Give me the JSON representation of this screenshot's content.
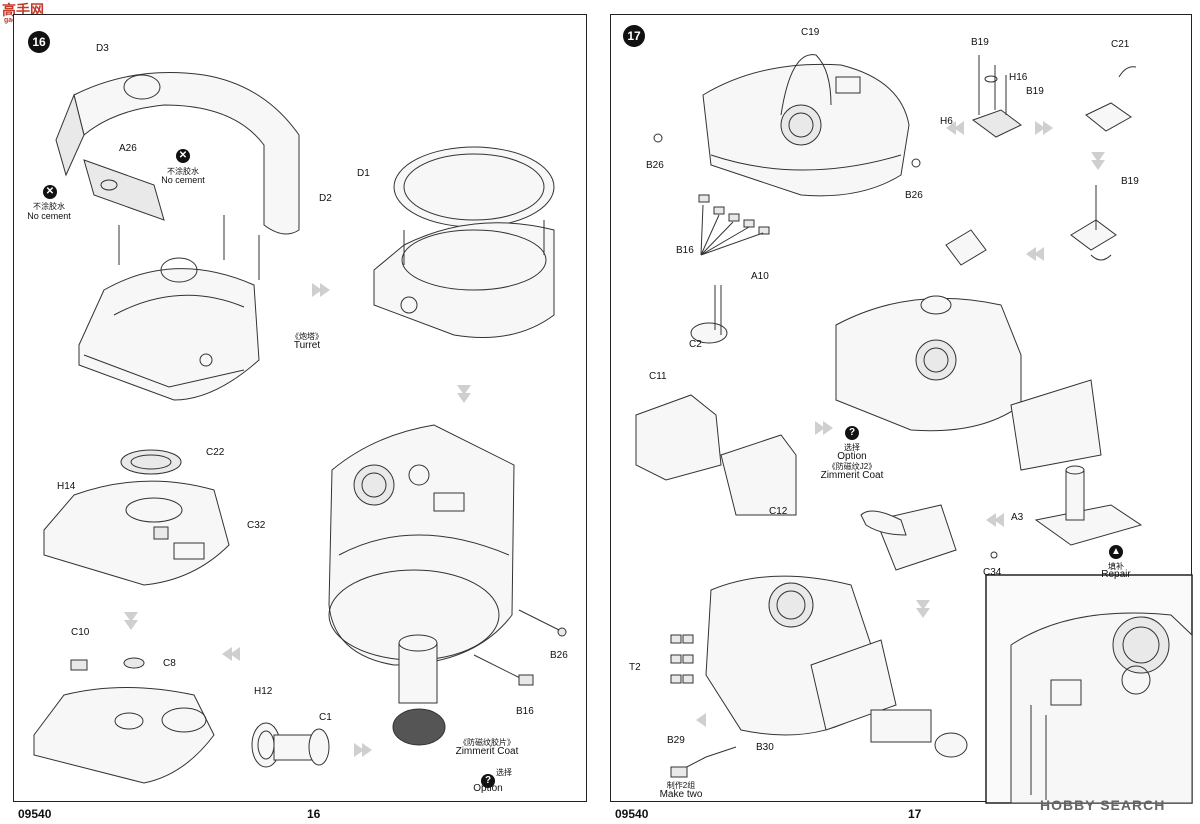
{
  "watermark_top": {
    "brand": "高手网",
    "sub": "gao-shou.com"
  },
  "watermark_bottom": {
    "text": "HOBBY SEARCH"
  },
  "page16": {
    "step": "16",
    "labels": {
      "d3": "D3",
      "a26": "A26",
      "d2": "D2",
      "d1": "D1",
      "no_cement_1_cn": "不涂胶水",
      "no_cement_1_en": "No cement",
      "no_cement_2_cn": "不涂胶水",
      "no_cement_2_en": "No cement",
      "turret_cn": "《炮塔》",
      "turret_en": "Turret",
      "c22": "C22",
      "h14": "H14",
      "c32": "C32",
      "c10": "C10",
      "c8": "C8",
      "h12": "H12",
      "c1": "C1",
      "b26": "B26",
      "b16": "B16",
      "zimmerit_cn": "《防磁纹胶片》",
      "zimmerit_en": "Zimmerit Coat",
      "option_cn": "选择",
      "option_en": "Option"
    },
    "catalog_no": "09540",
    "page_no": "16"
  },
  "page17": {
    "step": "17",
    "labels": {
      "c19": "C19",
      "b19_a": "B19",
      "h16": "H16",
      "b19_b": "B19",
      "c21": "C21",
      "h6": "H6",
      "b26_a": "B26",
      "b26_b": "B26",
      "b19_c": "B19",
      "b16": "B16",
      "a10": "A10",
      "c2": "C2",
      "c11": "C11",
      "c12": "C12",
      "option_cn": "选择",
      "option_en": "Option",
      "zimmerit_cn": "《防磁纹J2》",
      "zimmerit_en": "Zimmerit Coat",
      "a3": "A3",
      "repair_cn": "填补",
      "repair_en": "Repair",
      "c34": "C34",
      "t2": "T2",
      "b29": "B29",
      "b30": "B30",
      "make_two_cn": "制作2组",
      "make_two_en": "Make two"
    },
    "catalog_no": "09540",
    "page_no": "17"
  }
}
